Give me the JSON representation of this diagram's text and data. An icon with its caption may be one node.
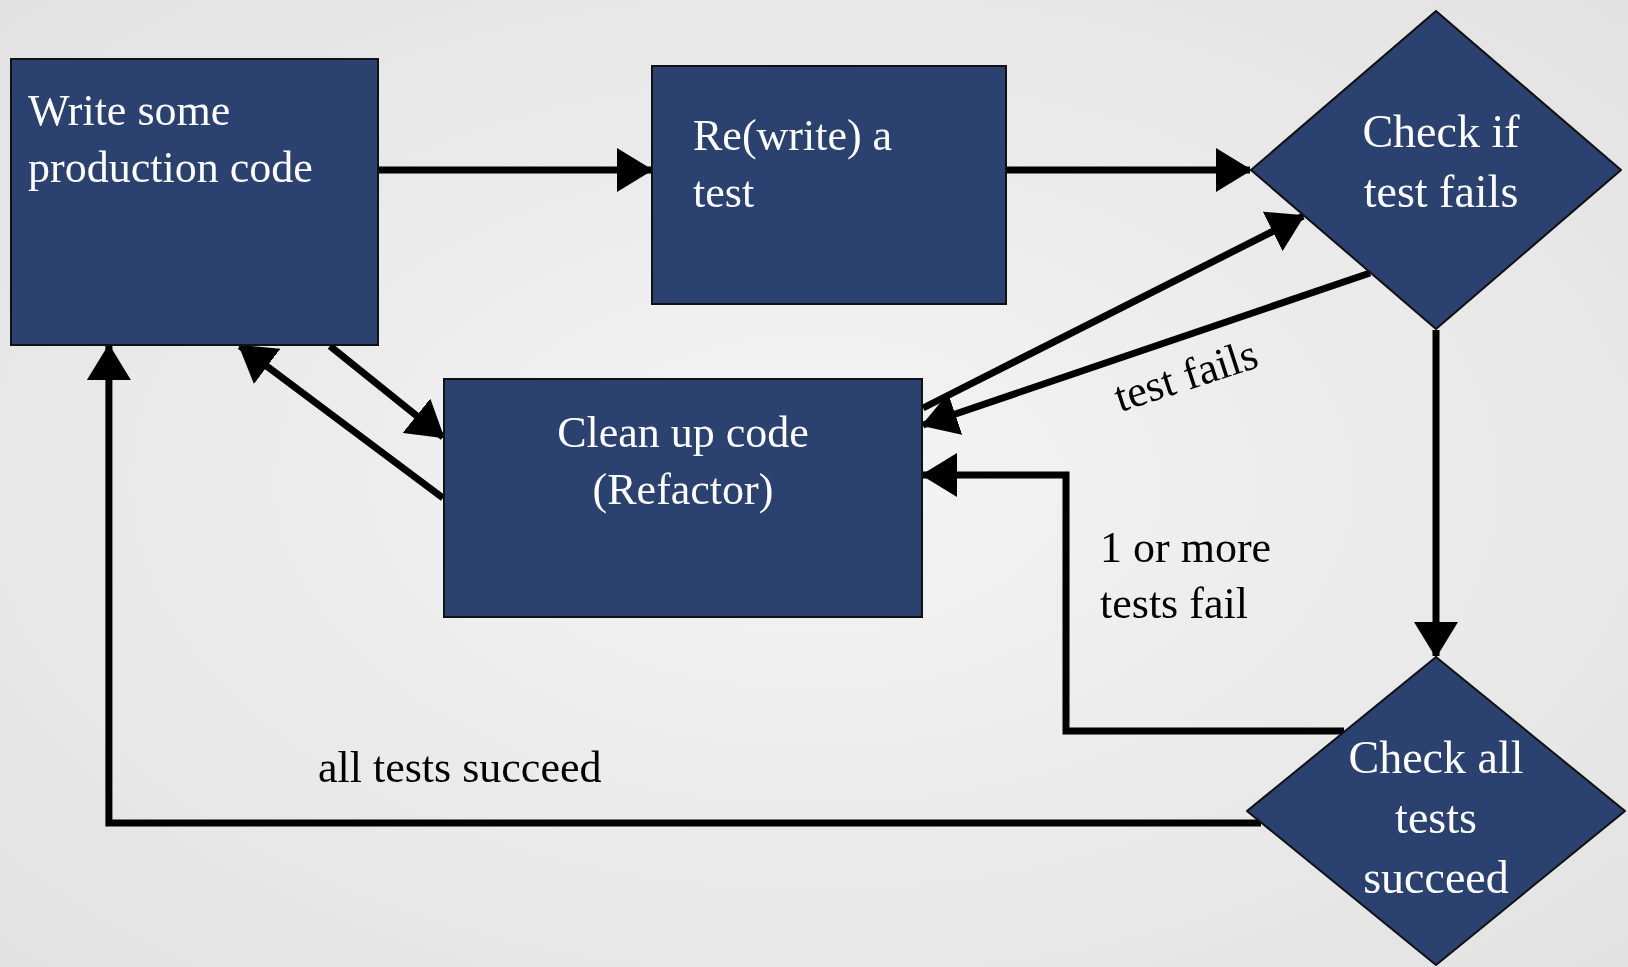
{
  "diagram": {
    "nodes": [
      {
        "text": [
          "Write some production code"
        ]
      },
      {
        "text": [
          "Re(write) a test"
        ]
      },
      {
        "text": [
          "Check if test fails"
        ]
      },
      {
        "text": [
          "Clean up code (Refactor)"
        ]
      },
      {
        "text": [
          "Check all tests succeed"
        ]
      }
    ],
    "edges": [
      {
        "from": 0,
        "to": 1,
        "arrow": "to"
      },
      {
        "from": 1,
        "to": 2,
        "arrow": "to"
      },
      {
        "from": 2,
        "to": 4,
        "arrow": "to"
      },
      {
        "from": 2,
        "to": 3,
        "arrow": "to",
        "label": "test fails"
      },
      {
        "from": 3,
        "to": 2,
        "arrow": "to"
      },
      {
        "from": 4,
        "to": 3,
        "arrow": "to",
        "label": "1 or more tests fail"
      },
      {
        "from": 4,
        "to": 0,
        "arrow": "to",
        "label": "all tests succeed"
      },
      {
        "from": 0,
        "to": 3,
        "arrow": "to"
      },
      {
        "from": 3,
        "to": 0,
        "arrow": "to"
      }
    ]
  }
}
